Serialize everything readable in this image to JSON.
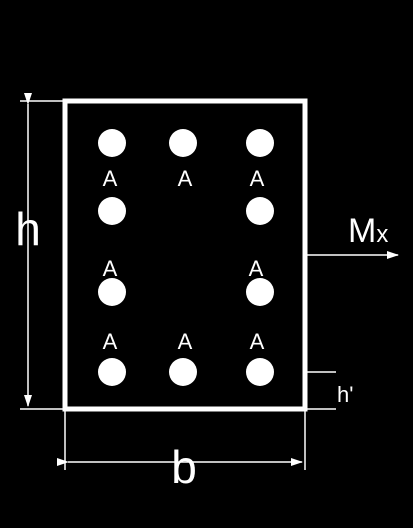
{
  "labels": {
    "height": "h",
    "width": "b",
    "moment_main": "M",
    "moment_sub": "x",
    "cover": "h'",
    "bar_area": "A"
  },
  "bars": {
    "total": 10,
    "area_labels_shown": 8
  },
  "colors": {
    "background": "#000000",
    "section_stroke": "#ffffff",
    "bar_fill": "#ffffff",
    "dimension_line": "#ffffff",
    "text": "#ffffff"
  }
}
